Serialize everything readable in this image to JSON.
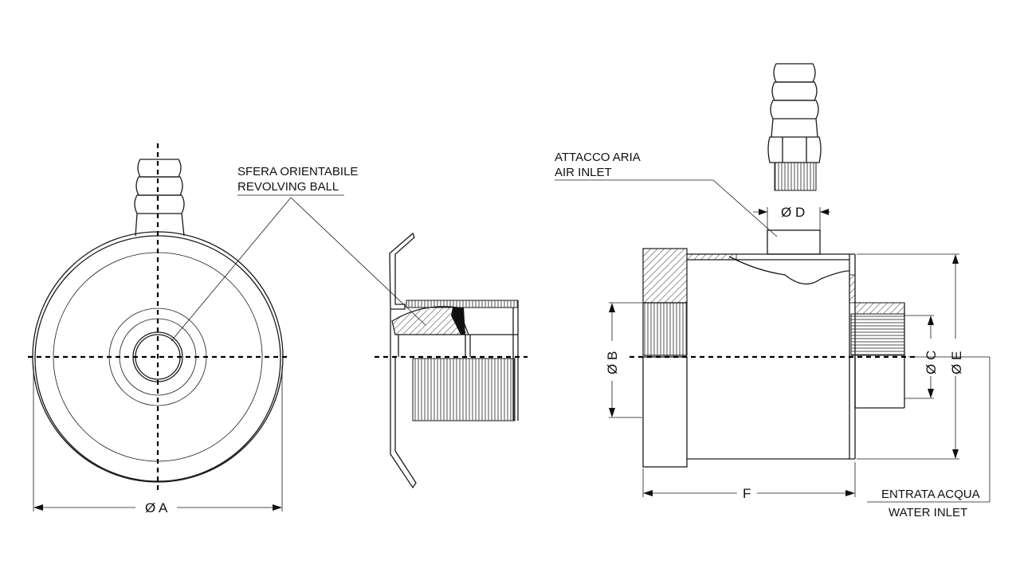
{
  "labels": {
    "revolving_ball_it": "SFERA ORIENTABILE",
    "revolving_ball_en": "REVOLVING BALL",
    "air_inlet_it": "ATTACCO ARIA",
    "air_inlet_en": "AIR INLET",
    "water_inlet_it": "ENTRATA ACQUA",
    "water_inlet_en": "WATER INLET"
  },
  "dimensions": {
    "a": "Ø A",
    "b": "Ø B",
    "c": "Ø C",
    "d": "Ø D",
    "e": "Ø E",
    "f": "F"
  }
}
